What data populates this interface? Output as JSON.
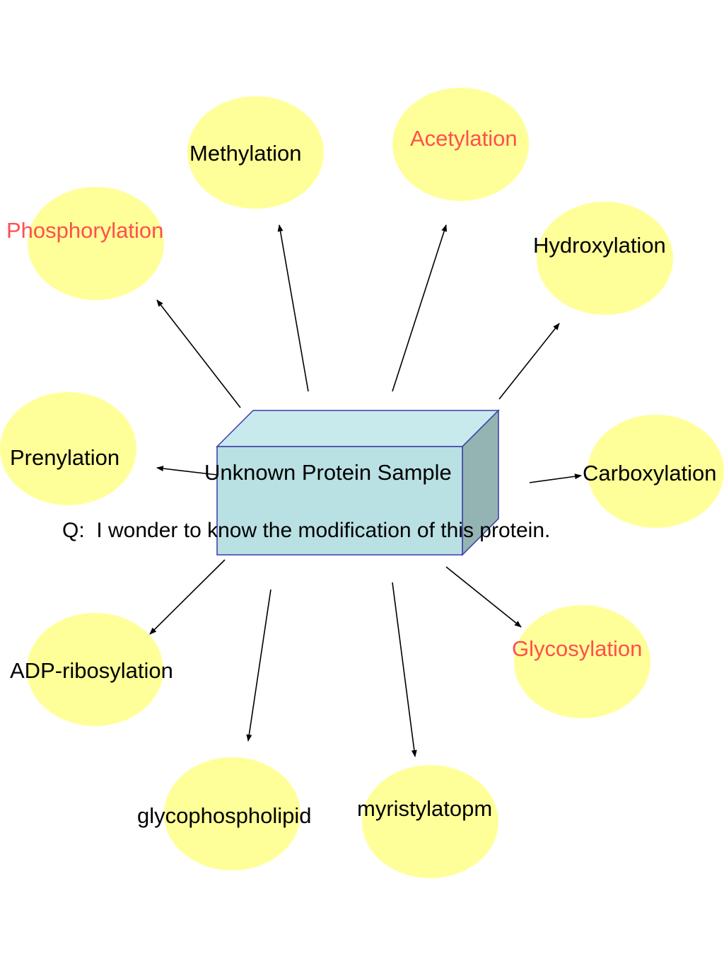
{
  "center": {
    "label": "Unknown Protein Sample",
    "question": "Q:  I wonder to know the modification of this protein."
  },
  "modifications": [
    {
      "id": "methylation",
      "label": "Methylation",
      "highlight": false
    },
    {
      "id": "acetylation",
      "label": "Acetylation",
      "highlight": true
    },
    {
      "id": "phosphorylation",
      "label": "Phosphorylation",
      "highlight": true
    },
    {
      "id": "hydroxylation",
      "label": "Hydroxylation",
      "highlight": false
    },
    {
      "id": "prenylation",
      "label": "Prenylation",
      "highlight": false
    },
    {
      "id": "carboxylation",
      "label": "Carboxylation",
      "highlight": false
    },
    {
      "id": "adp-ribosylation",
      "label": "ADP-ribosylation",
      "highlight": false
    },
    {
      "id": "glycosylation",
      "label": "Glycosylation",
      "highlight": true
    },
    {
      "id": "glycophospholipid",
      "label": "glycophospholipid",
      "highlight": false
    },
    {
      "id": "myristylatopm",
      "label": "myristylatopm",
      "highlight": false
    }
  ],
  "colors": {
    "node_fill": "#ffff99",
    "highlight_text": "#ff4f4f",
    "normal_text": "#000000",
    "box_front": "#b9e0e3",
    "box_top": "#c9eaec",
    "box_side": "#94b4b3",
    "box_edge": "#3a3aa8",
    "arrow": "#000000"
  }
}
